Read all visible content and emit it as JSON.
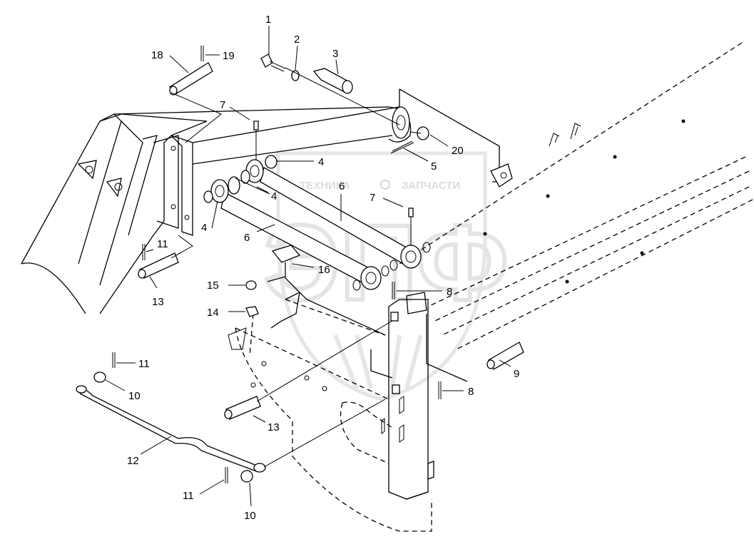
{
  "watermark": {
    "brand_left": "ТЕХНИКА",
    "brand_right": "ЗАПЧАСТИ",
    "letters": "ЭПФ",
    "gear-icon": "gear-icon"
  },
  "callouts": [
    {
      "id": "c1",
      "text": "1"
    },
    {
      "id": "c2",
      "text": "2"
    },
    {
      "id": "c3",
      "text": "3"
    },
    {
      "id": "c4a",
      "text": "4"
    },
    {
      "id": "c4b",
      "text": "4"
    },
    {
      "id": "c4c",
      "text": "4"
    },
    {
      "id": "c5",
      "text": "5"
    },
    {
      "id": "c6a",
      "text": "6"
    },
    {
      "id": "c6b",
      "text": "6"
    },
    {
      "id": "c7a",
      "text": "7"
    },
    {
      "id": "c7b",
      "text": "7"
    },
    {
      "id": "c8a",
      "text": "8"
    },
    {
      "id": "c8b",
      "text": "8"
    },
    {
      "id": "c9",
      "text": "9"
    },
    {
      "id": "c10a",
      "text": "10"
    },
    {
      "id": "c10b",
      "text": "10"
    },
    {
      "id": "c11a",
      "text": "11"
    },
    {
      "id": "c11b",
      "text": "11"
    },
    {
      "id": "c11c",
      "text": "11"
    },
    {
      "id": "c12",
      "text": "12"
    },
    {
      "id": "c13a",
      "text": "13"
    },
    {
      "id": "c13b",
      "text": "13"
    },
    {
      "id": "c14",
      "text": "14"
    },
    {
      "id": "c15",
      "text": "15"
    },
    {
      "id": "c16",
      "text": "16"
    },
    {
      "id": "c18",
      "text": "18"
    },
    {
      "id": "c19",
      "text": "19"
    },
    {
      "id": "c20",
      "text": "20"
    }
  ]
}
